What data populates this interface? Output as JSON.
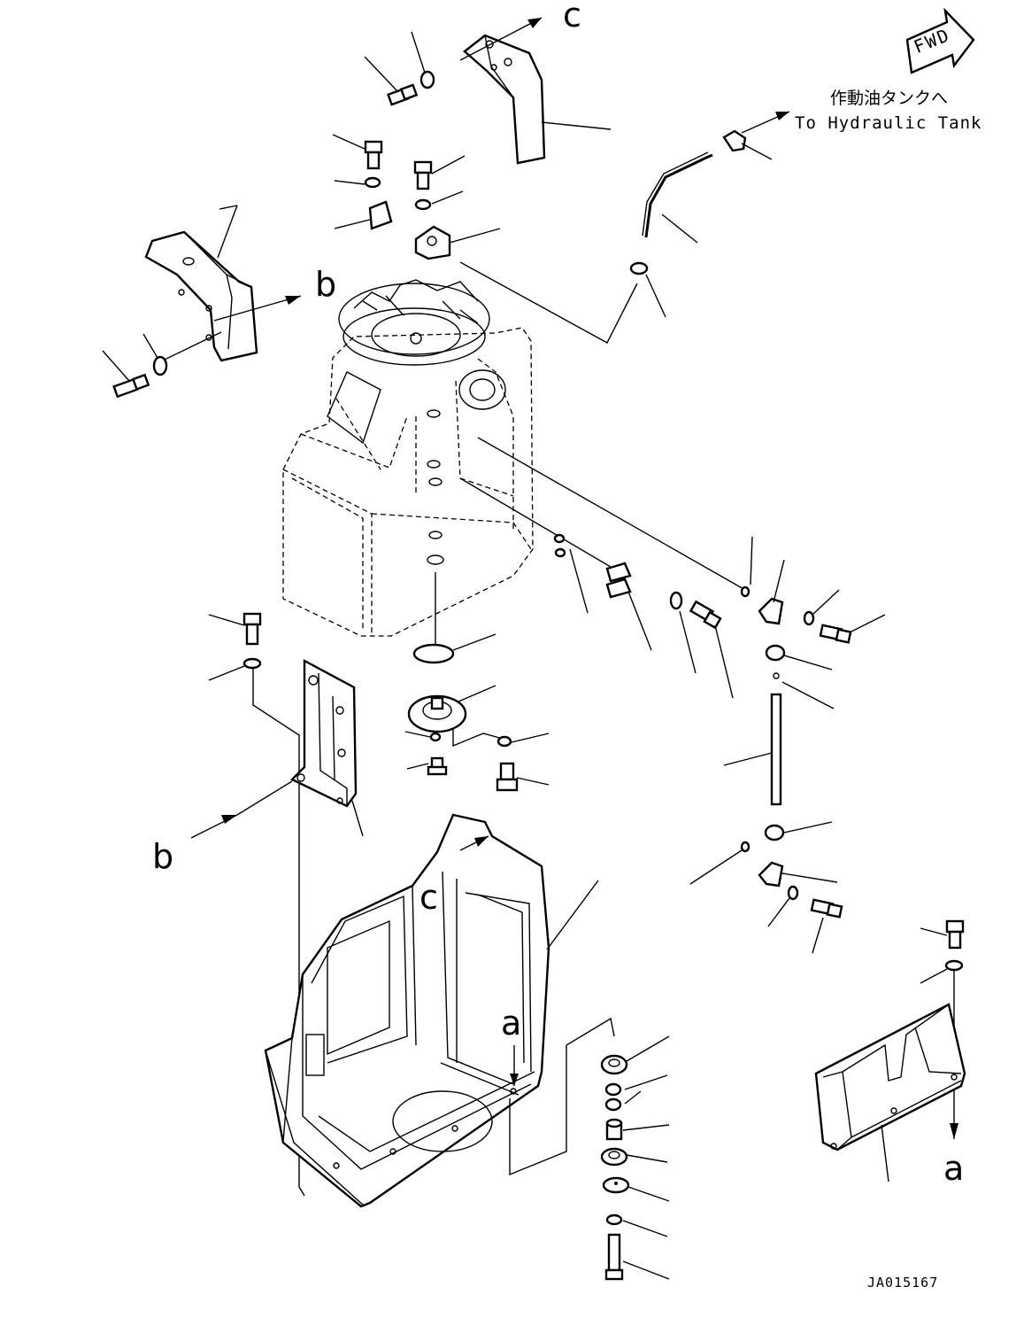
{
  "callouts": {
    "c_top": "c",
    "b_right": "b",
    "b_left": "b",
    "c_lower": "c",
    "a_center": "a",
    "a_right": "a"
  },
  "fwd_label": "FWD",
  "notes": {
    "tank_ja": "作動油タンクへ",
    "tank_en": "To Hydraulic Tank",
    "drawing_no": "JA015167"
  }
}
